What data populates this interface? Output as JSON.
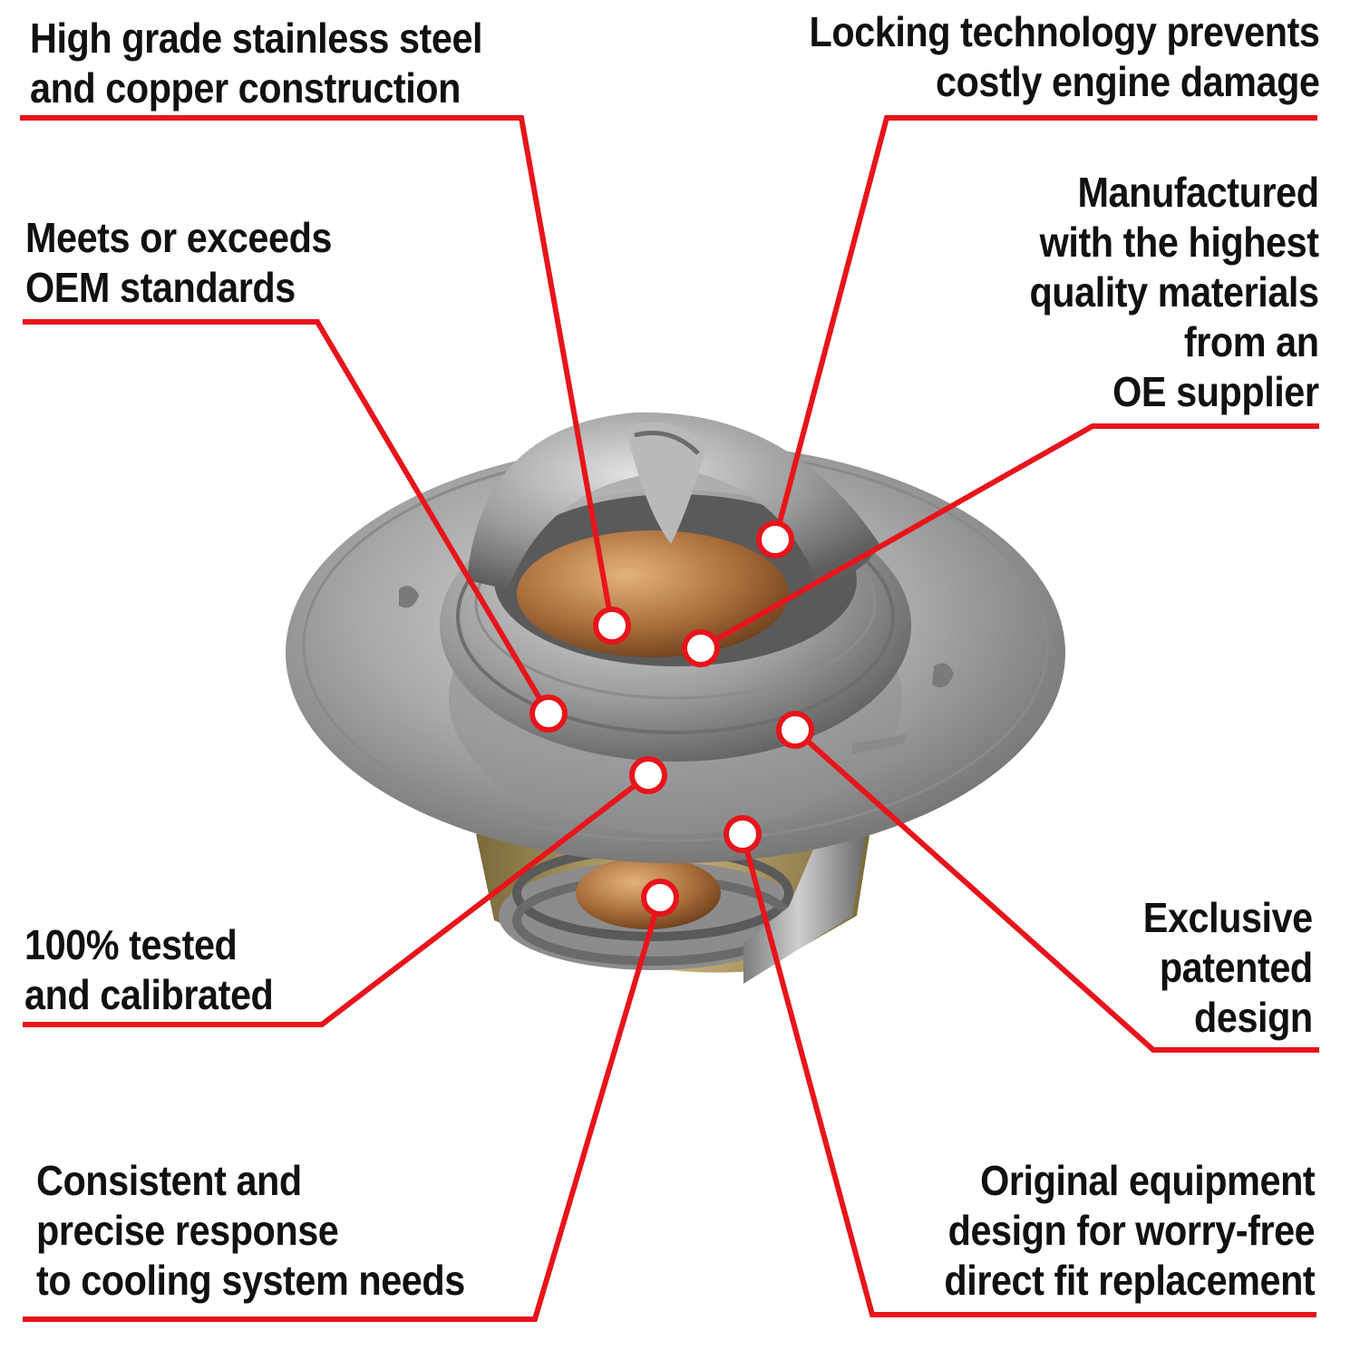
{
  "colors": {
    "leader_line": "#e8141b",
    "text": "#111111",
    "dot_fill": "#ffffff"
  },
  "callouts": [
    {
      "lines": [
        "High grade stainless steel",
        "and copper construction"
      ]
    },
    {
      "lines": [
        "Locking technology prevents",
        "costly engine damage"
      ]
    },
    {
      "lines": [
        "Meets or exceeds",
        "OEM standards"
      ]
    },
    {
      "lines": [
        "Manufactured",
        "with the highest",
        "quality materials",
        "from an",
        "OE supplier"
      ]
    },
    {
      "lines": [
        "100% tested",
        "and calibrated"
      ]
    },
    {
      "lines": [
        "Exclusive",
        "patented",
        "design"
      ]
    },
    {
      "lines": [
        "Consistent and",
        "precise response",
        "to cooling system needs"
      ]
    },
    {
      "lines": [
        "Original equipment",
        "design for worry-free",
        "direct fit replacement"
      ]
    }
  ]
}
